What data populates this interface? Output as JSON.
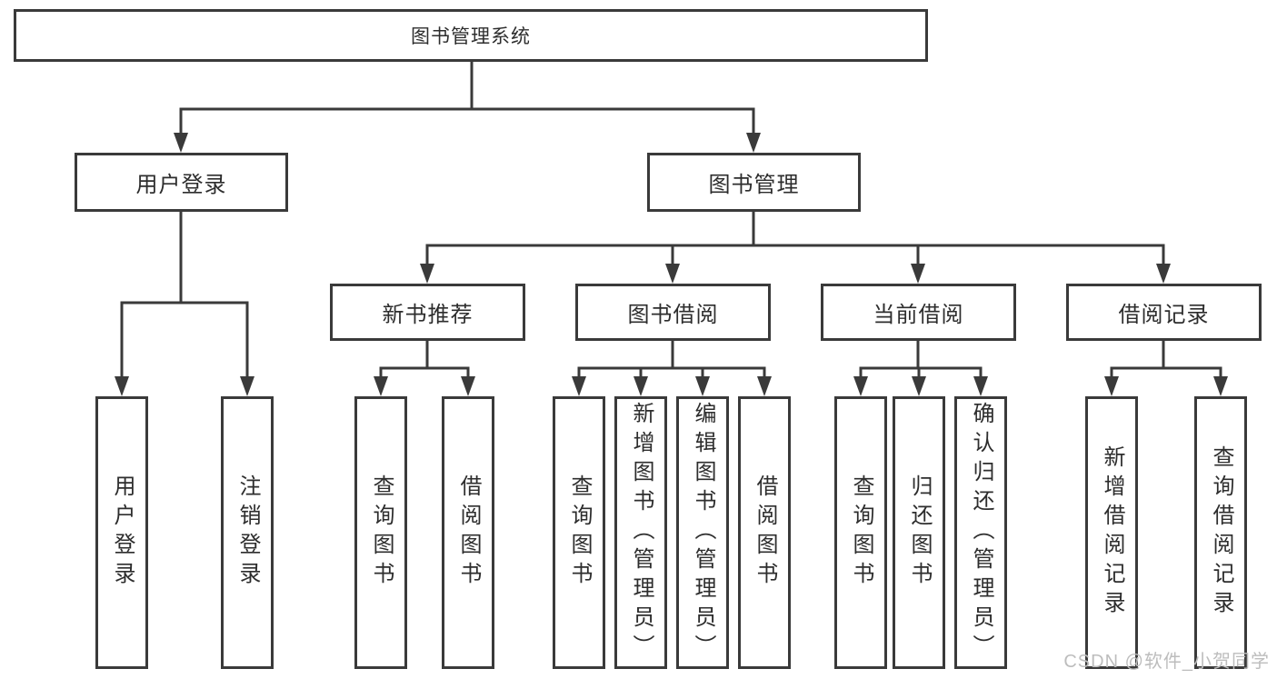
{
  "diagram": {
    "root": {
      "label": "图书管理系统"
    },
    "branches": [
      {
        "label": "用户登录",
        "children": [
          {
            "label": "用户登录"
          },
          {
            "label": "注销登录"
          }
        ]
      },
      {
        "label": "图书管理",
        "sections": [
          {
            "label": "新书推荐",
            "children": [
              {
                "label": "查询图书"
              },
              {
                "label": "借阅图书"
              }
            ]
          },
          {
            "label": "图书借阅",
            "children": [
              {
                "label": "查询图书"
              },
              {
                "label": "新增图书（管理员）"
              },
              {
                "label": "编辑图书（管理员）"
              },
              {
                "label": "借阅图书"
              }
            ]
          },
          {
            "label": "当前借阅",
            "children": [
              {
                "label": "查询图书"
              },
              {
                "label": "归还图书"
              },
              {
                "label": "确认归还（管理员）"
              }
            ]
          },
          {
            "label": "借阅记录",
            "children": [
              {
                "label": "新增借阅记录"
              },
              {
                "label": "查询借阅记录"
              }
            ]
          }
        ]
      }
    ],
    "watermark": "CSDN @软件_小贺同学",
    "colors": {
      "line": "#3a3a3a",
      "border": "#3a3a3a",
      "text": "#2d2d2d",
      "watermark": "#bdbdbd",
      "background": "#ffffff"
    }
  }
}
